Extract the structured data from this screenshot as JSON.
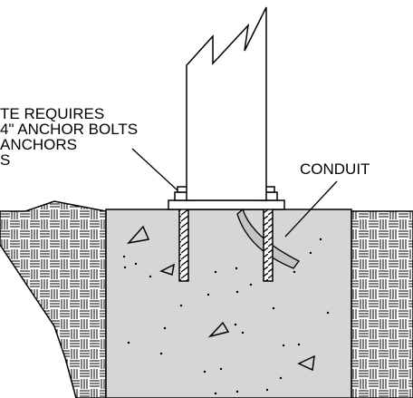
{
  "labels": {
    "base_plate_note_lines": [
      "TE REQUIRES",
      "4\" ANCHOR BOLTS",
      "ANCHORS",
      "S"
    ],
    "conduit": "CONDUIT"
  },
  "icons": [
    "pole-post",
    "base-plate",
    "anchor-bolt",
    "conduit-pipe",
    "concrete-foundation",
    "compacted-soil-hatch"
  ]
}
